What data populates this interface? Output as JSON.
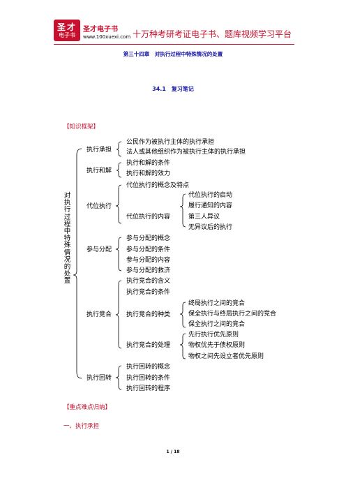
{
  "header": {
    "logo_top": "圣才",
    "logo_bottom": "电子书",
    "brand_name": "圣才电子书",
    "brand_url": "www.100xuexi.com",
    "slogan": "十万种考研考证电子书、题库视频学习平台",
    "accent_color": "#c8102e"
  },
  "chapter_title": "第三十四章　对执行过程中特殊情况的处置",
  "section_title": "34.1　复习笔记",
  "framework_label": "【知识框架】",
  "mindmap": {
    "root": "对执行过程中特殊情况的处置",
    "branches": [
      {
        "label": "执行承担",
        "items": [
          "公民作为被执行主体的执行承担",
          "法人或其他组织作为被执行主体的执行承担"
        ]
      },
      {
        "label": "执行和解",
        "items": [
          "执行和解的条件",
          "执行和解的效力"
        ]
      },
      {
        "label": "代位执行",
        "items": [
          "代位执行的概念及特点",
          "代位执行的内容"
        ],
        "sub": [
          "代位执行的启动",
          "履行通知的内容",
          "第三人异议",
          "无异议后的执行"
        ]
      },
      {
        "label": "参与分配",
        "items": [
          "参与分配的概念",
          "参与分配的条件",
          "参与分配的内容",
          "参与分配的救济"
        ]
      },
      {
        "label": "执行竞合",
        "items": [
          "执行竞合的含义",
          "执行竞合的条件",
          "执行竞合的种类",
          "执行竞合的处理"
        ],
        "sub_kinds": [
          "终局执行之间的竞合",
          "保全执行与终局执行之间的竞合",
          "保全执行之间的竞合"
        ],
        "sub_handling": [
          "先行执行优先原则",
          "物权优先于债权原则",
          "物权之间先设立者优先原则"
        ]
      },
      {
        "label": "执行回转",
        "items": [
          "执行回转的概念",
          "执行回转的条件",
          "执行回转的程序"
        ]
      }
    ]
  },
  "key_points_label": "【重点难点归纳】",
  "first_heading": "一、执行承担",
  "page_number": "1 / 18"
}
